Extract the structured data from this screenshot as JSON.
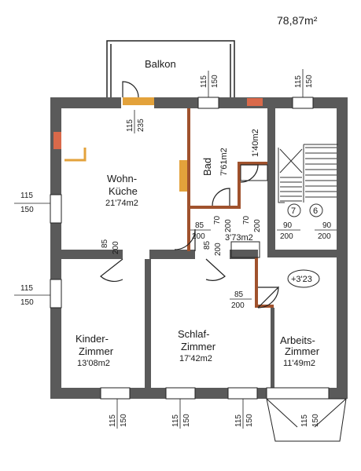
{
  "total_area": "78,87m²",
  "rooms": {
    "balkon": "Balkon",
    "wohnkueche": {
      "line1": "Wohn-",
      "line2": "Küche",
      "area": "21'74m2"
    },
    "bad": {
      "name": "Bad",
      "area": "7'61m2"
    },
    "wc_area": "1'40m2",
    "flur_area": "3'73m2",
    "kinderzimmer": {
      "line1": "Kinder-",
      "line2": "Zimmer",
      "area": "13'08m2"
    },
    "schlafzimmer": {
      "line1": "Schlaf-",
      "line2": "Zimmer",
      "area": "17'42m2"
    },
    "arbeitszimmer": {
      "line1": "Arbeits-",
      "line2": "Zimmer",
      "area": "11'49m2"
    },
    "level_mark": "+3'23",
    "stair_numbers": [
      "7",
      "6"
    ]
  },
  "dimensions": {
    "top_window_1": [
      "115",
      "150"
    ],
    "balcony_door": [
      "115",
      "235"
    ],
    "top_window_3": [
      "115",
      "150"
    ],
    "left_window_1": [
      "115",
      "150"
    ],
    "left_window_2": [
      "115",
      "150"
    ],
    "door_wohn": [
      "85",
      "200"
    ],
    "door_flur": [
      "85",
      "200"
    ],
    "door_bad": [
      "70",
      "200"
    ],
    "door_wc": [
      "70",
      "200"
    ],
    "door_schlaf": [
      "85",
      "200"
    ],
    "door_arbeits": [
      "85",
      "200"
    ],
    "door_stair_1": [
      "90",
      "200"
    ],
    "door_stair_2": [
      "90",
      "200"
    ],
    "bottom_1": [
      "115",
      "150"
    ],
    "bottom_2": [
      "115",
      "150"
    ],
    "bottom_3": [
      "115",
      "150"
    ],
    "bottom_4": [
      "115",
      "150"
    ]
  },
  "colors": {
    "wall": "#5a5a5a",
    "wall_red": "#d9694a",
    "wall_orange": "#e3a23b",
    "brown": "#a0522d",
    "line": "#222222"
  }
}
